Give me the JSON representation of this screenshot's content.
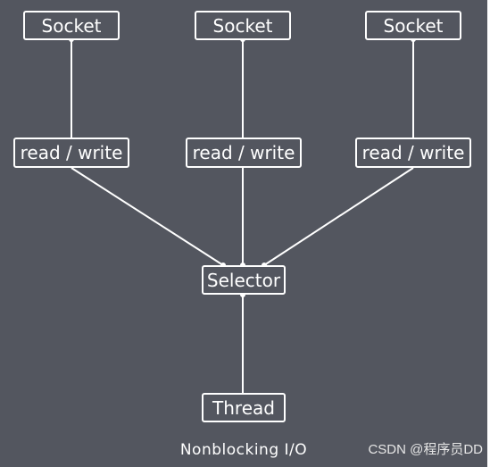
{
  "diagram": {
    "nodes": {
      "socket_left": "Socket",
      "socket_middle": "Socket",
      "socket_right": "Socket",
      "rw_left": "read / write",
      "rw_middle": "read / write",
      "rw_right": "read / write",
      "selector": "Selector",
      "thread": "Thread"
    },
    "caption": "Nonblocking I/O",
    "colors": {
      "background": "#53565f",
      "lines": "#ffffff",
      "text": "#ffffff"
    }
  },
  "watermark": "CSDN @程序员DD"
}
